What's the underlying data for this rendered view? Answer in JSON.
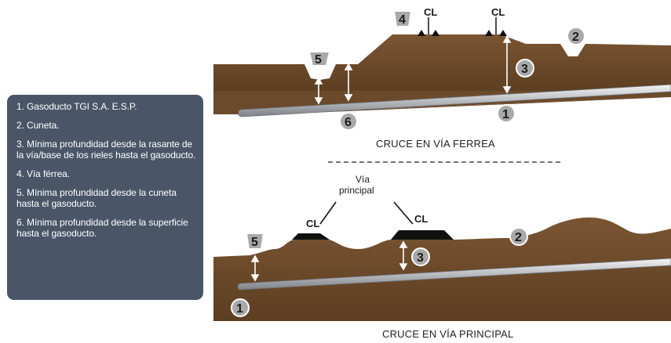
{
  "legend": {
    "items": [
      "1. Gasoducto TGI S.A. E.S.P.",
      "2. Cuneta.",
      "3. Mínima profundidad desde la rasante de la vía/base de los rieles hasta el gasoducto.",
      "4. Vía férrea.",
      "5. Mínima profundidad desde la cuneta hasta el gasoducto.",
      "6. Mínima profundidad desde la superficie hasta el gasoducto."
    ]
  },
  "railway": {
    "caption": "CRUCE EN VÍA FERREA",
    "markers": [
      "5",
      "4",
      "2",
      "3",
      "1",
      "6"
    ],
    "centerline_symbol": "CL"
  },
  "road": {
    "caption": "CRUCE EN VÍA PRINCIPAL",
    "callout_line1": "Vía",
    "callout_line2": "principal",
    "markers": [
      "5",
      "3",
      "2",
      "1"
    ],
    "centerline_symbol": "CL"
  },
  "colors": {
    "soil": "#6b4a2b",
    "soil_shadow": "#5a3d22",
    "pipe": "#c9ccd0",
    "marker": "#a9a9a9",
    "panel": "#4a5668",
    "road_surface": "#111111"
  }
}
